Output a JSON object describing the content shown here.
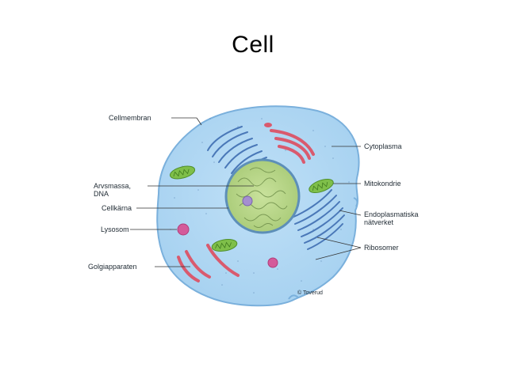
{
  "title": "Cell",
  "labels": {
    "cellmembran": "Cellmembran",
    "arvsmassa_line1": "Arvsmassa,",
    "arvsmassa_line2": "DNA",
    "cellkarna": "Cellkärna",
    "lysosom": "Lysosom",
    "golgiapparaten": "Golgiapparaten",
    "cytoplasma": "Cytoplasma",
    "mitokondrie": "Mitokondrie",
    "endoplasmatiska_line1": "Endoplasmatiska",
    "endoplasmatiska_line2": "nätverket",
    "ribosomer": "Ribosomer"
  },
  "credit": "© Toverud",
  "colors": {
    "cytoplasm": "#a9d4f2",
    "membrane": "#6fa8d6",
    "nucleus": "#b8d58a",
    "nucleus_border": "#5d8fb8",
    "golgi": "#d95a6e",
    "mitochondria": "#7fbf4a",
    "lysosome": "#d45a9a",
    "er": "#4a78b8"
  }
}
